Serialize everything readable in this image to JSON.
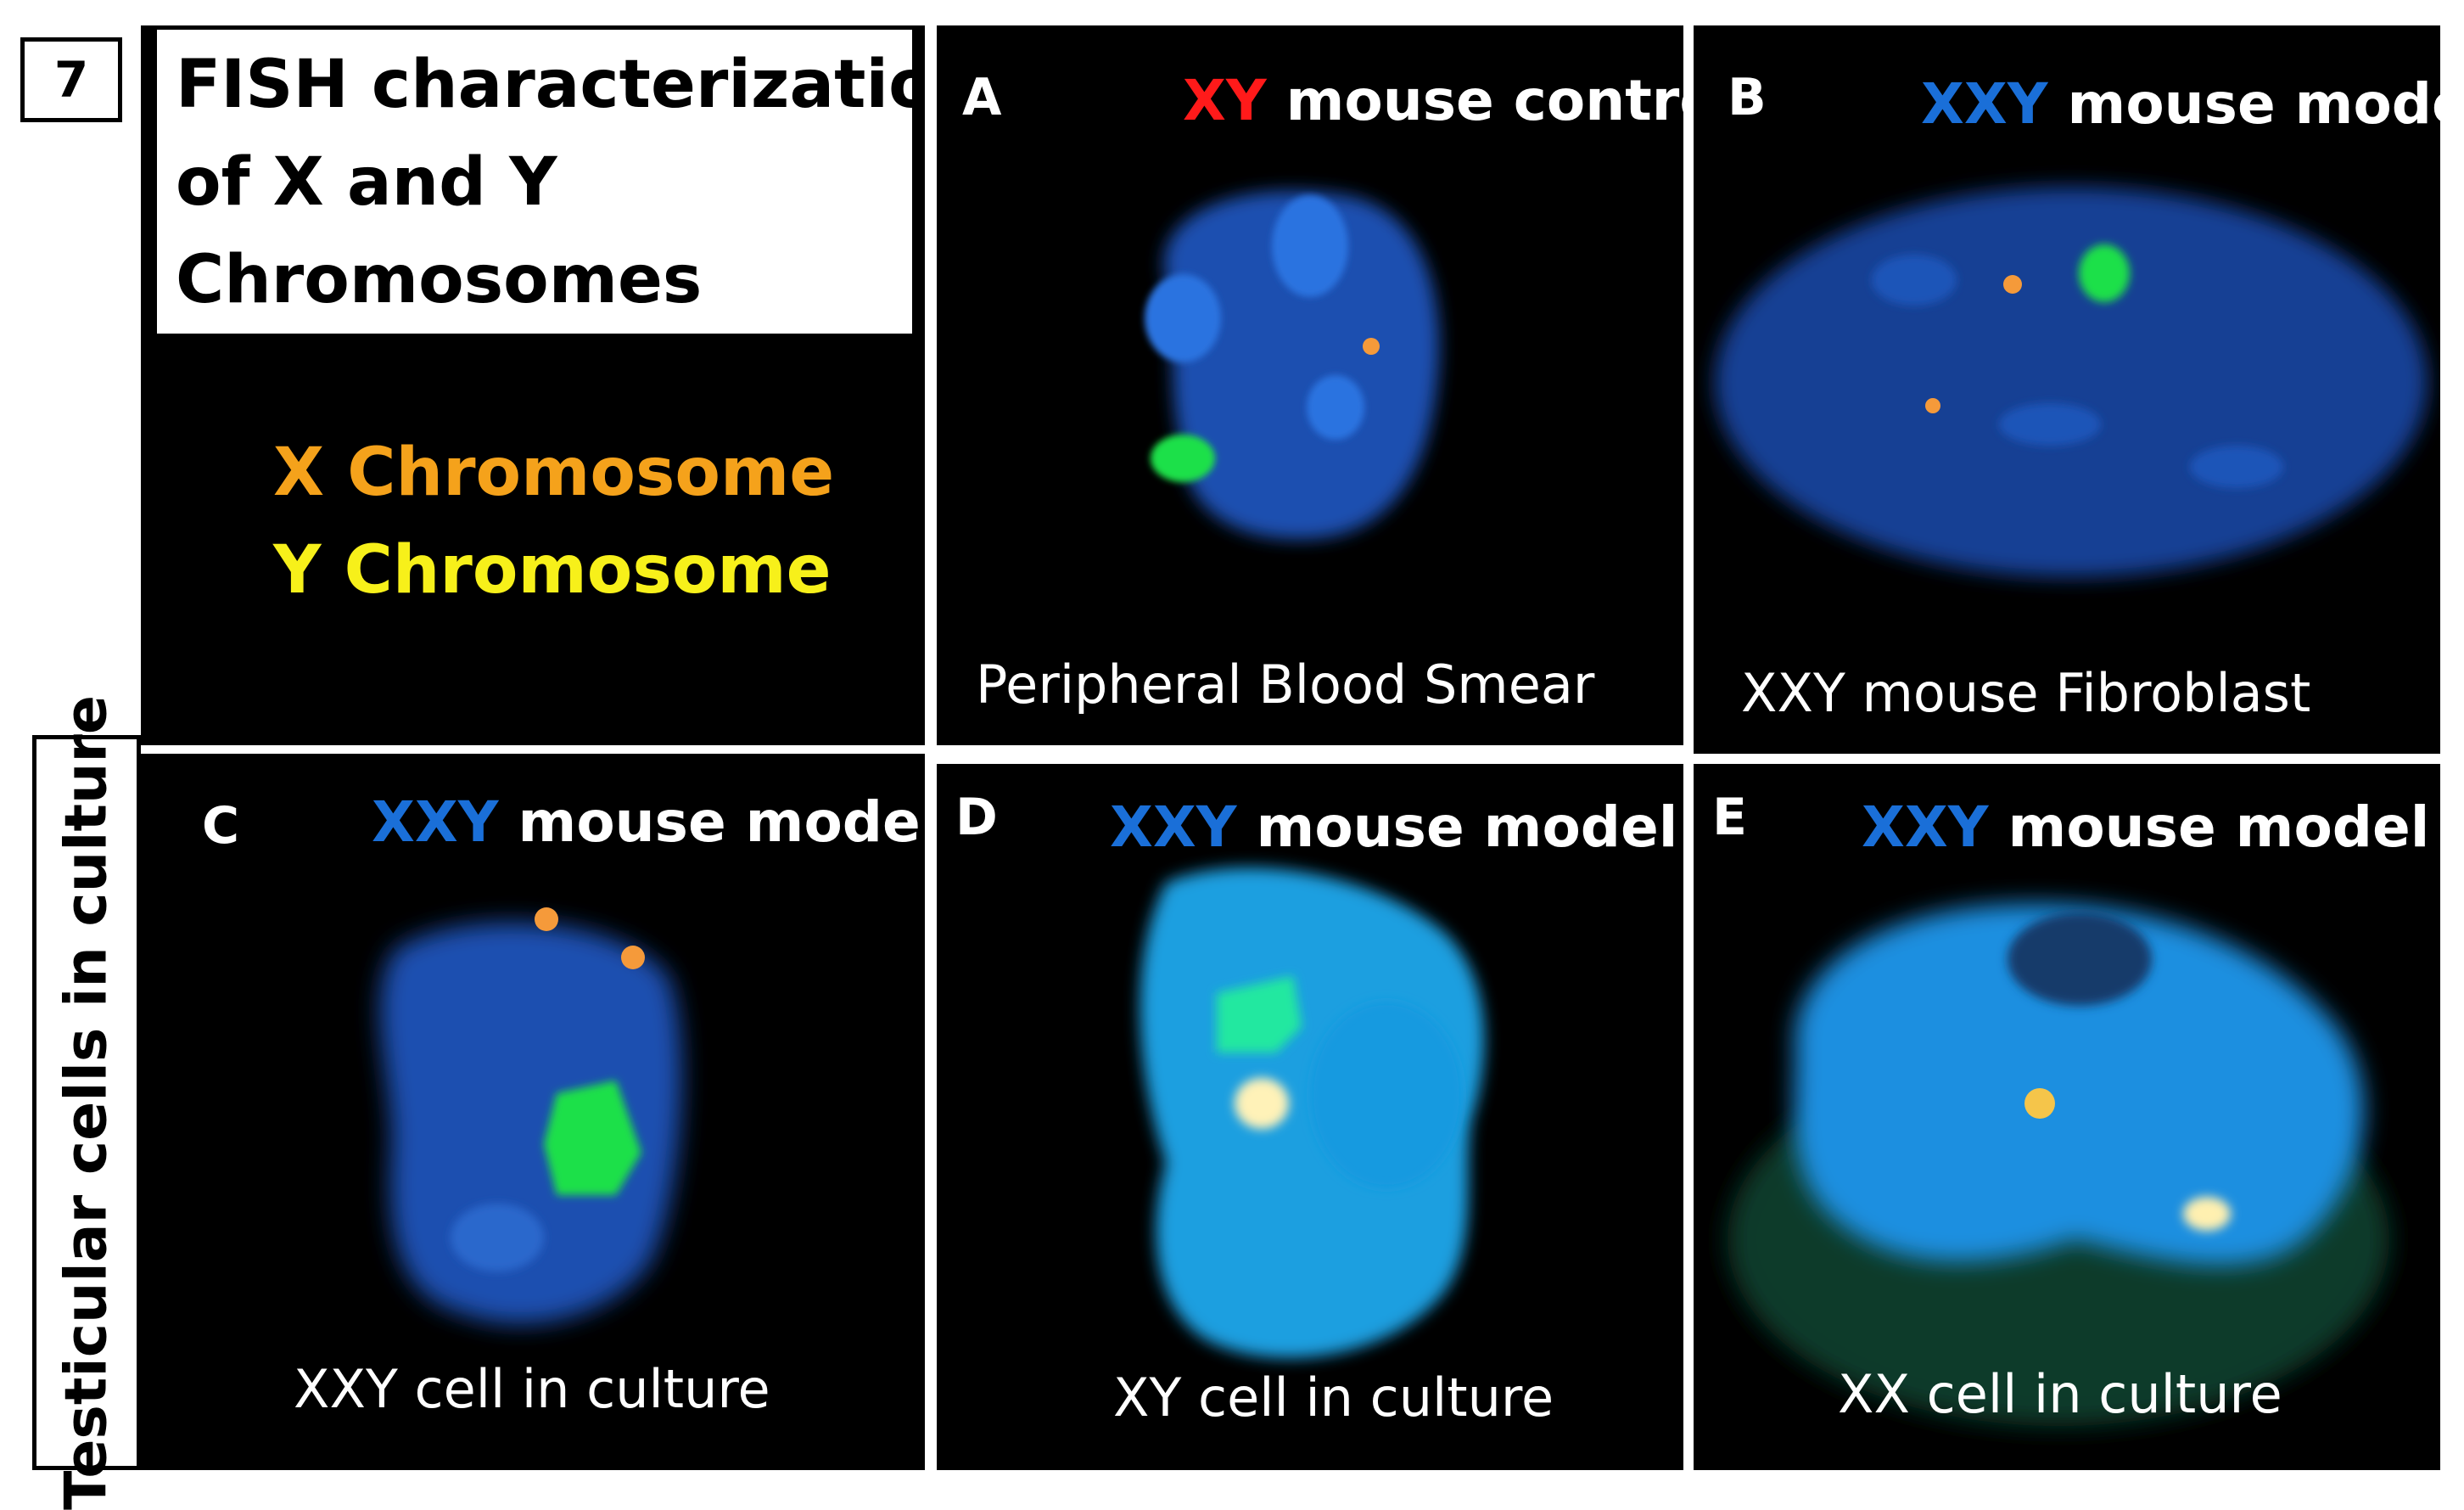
{
  "figure_number": "7",
  "header": {
    "title_lines": [
      "FISH characterization",
      "of X and Y",
      "Chromosomes"
    ]
  },
  "legend": {
    "x_label": "X Chromosome",
    "y_label": "Y Chromosome",
    "x_color": "#f5a21b",
    "y_color": "#f7f01a"
  },
  "side_label": "Testicular cells in culture",
  "colors": {
    "xy_red": "#ff1a1a",
    "xxy_blue": "#1a6fd8",
    "nucleus_blue": "#1f5fd1",
    "probe_green": "#1fe04a",
    "probe_orange": "#f59a3a"
  },
  "panels": {
    "a": {
      "letter": "A",
      "title_colored": "XY",
      "title_rest": " mouse control",
      "caption": "Peripheral Blood Smear"
    },
    "b": {
      "letter": "B",
      "title_colored": "XXY",
      "title_rest": " mouse model",
      "caption": "XXY mouse Fibroblast"
    },
    "c": {
      "letter": "C",
      "title_colored": "XXY",
      "title_rest": " mouse model",
      "caption": "XXY cell in culture"
    },
    "d": {
      "letter": "D",
      "title_colored": "XXY",
      "title_rest": " mouse model",
      "caption": "XY cell in culture"
    },
    "e": {
      "letter": "E",
      "title_colored": "XXY",
      "title_rest": " mouse model",
      "caption": "XX cell in culture"
    }
  }
}
